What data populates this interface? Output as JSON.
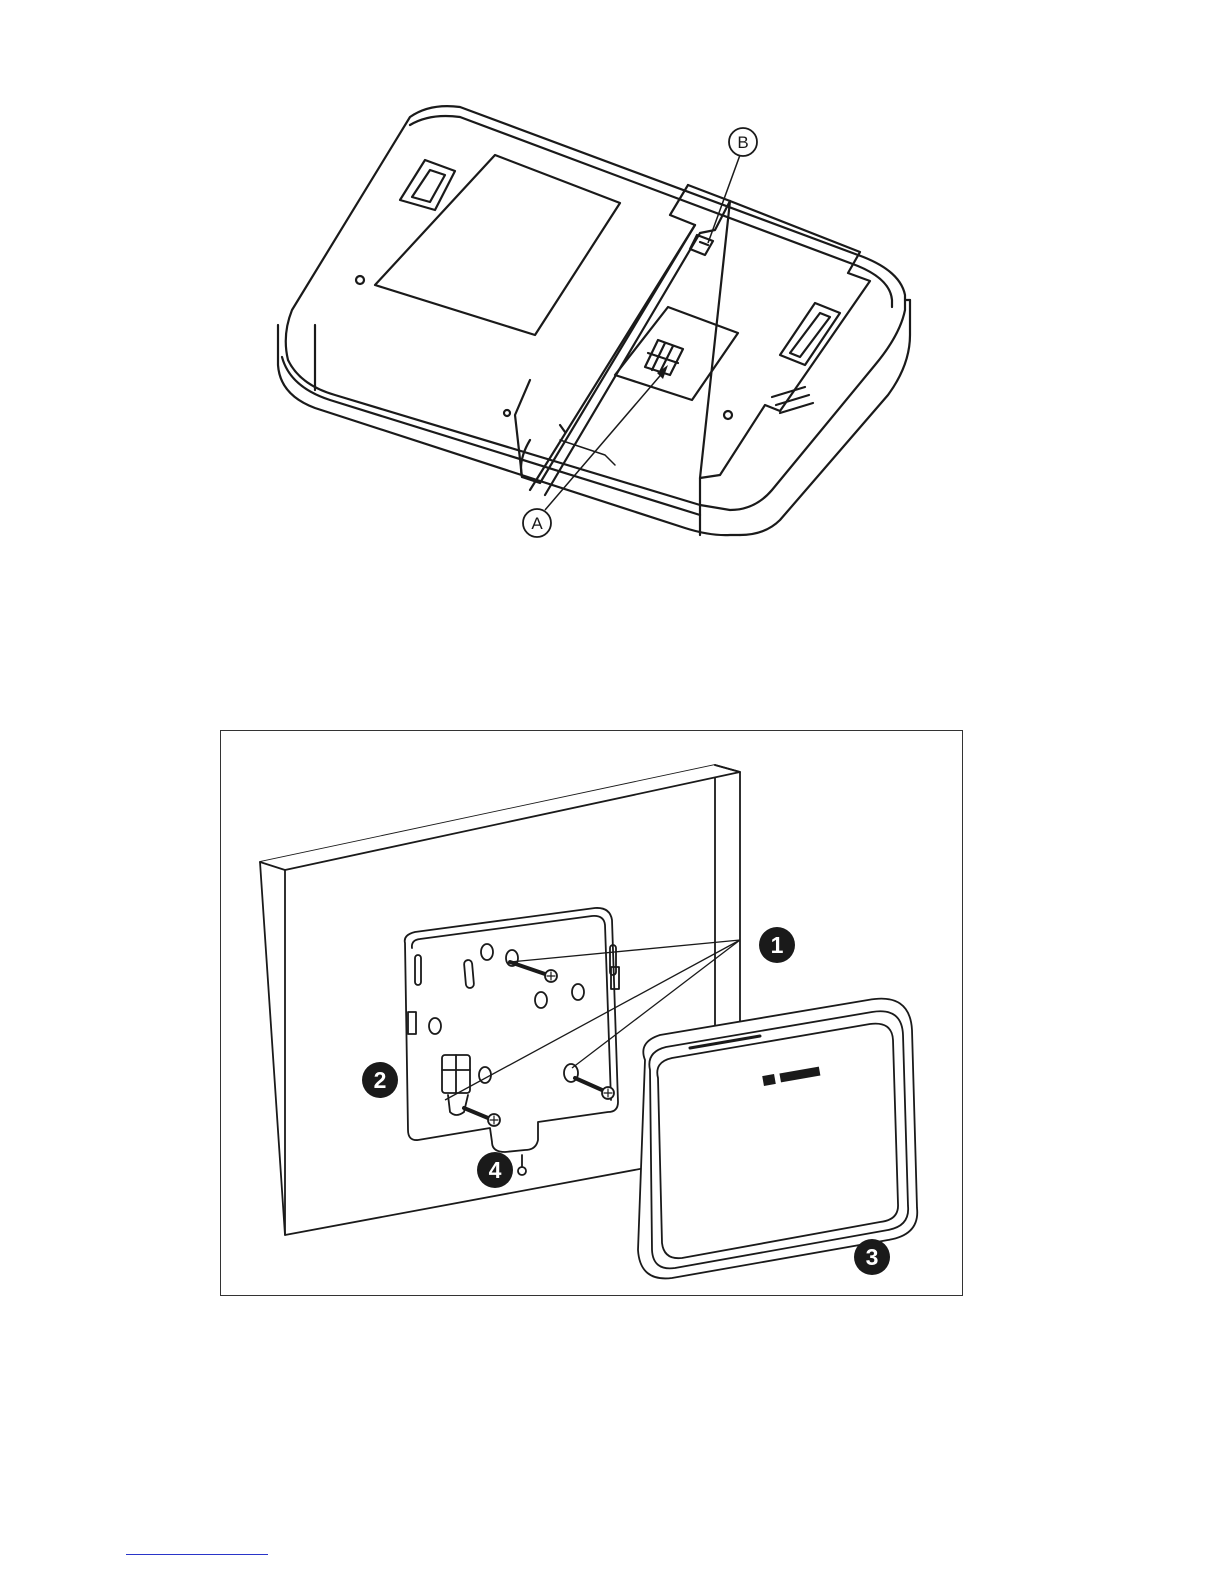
{
  "top_figure": {
    "callouts": [
      {
        "id": "a",
        "label": "A"
      },
      {
        "id": "b",
        "label": "B"
      }
    ]
  },
  "bottom_figure": {
    "callouts": [
      {
        "id": "1",
        "label": "1"
      },
      {
        "id": "2",
        "label": "2"
      },
      {
        "id": "3",
        "label": "3"
      },
      {
        "id": "4",
        "label": "4"
      }
    ]
  },
  "colors": {
    "line": "#1a1a1a",
    "footer_rule": "#2a35c9"
  }
}
